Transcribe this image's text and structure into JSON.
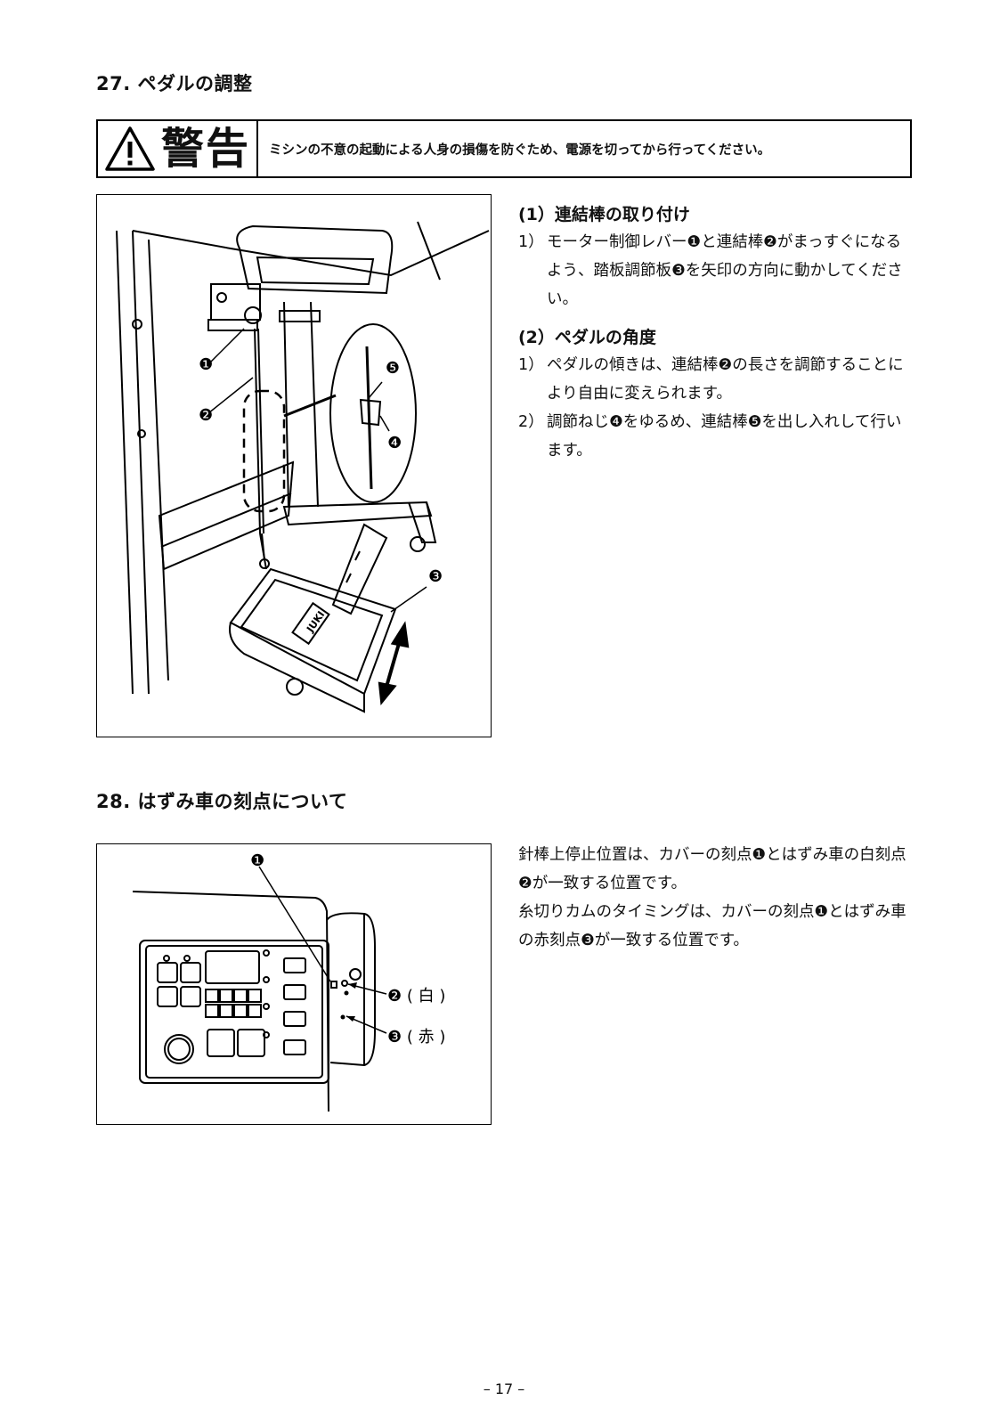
{
  "section27": {
    "title": "27. ペダルの調整",
    "warning": {
      "label": "警告",
      "text": "ミシンの不意の起動による人身の損傷を防ぐため、電源を切ってから行ってください。"
    },
    "sub1": {
      "heading": "(1）連結棒の取り付け",
      "items": [
        {
          "num": "1）",
          "text": "モーター制御レバー❶と連結棒❷がまっすぐになるよう、踏板調節板❸を矢印の方向に動かしてください。"
        }
      ]
    },
    "sub2": {
      "heading": "(2）ペダルの角度",
      "items": [
        {
          "num": "1）",
          "text": "ペダルの傾きは、連結棒❷の長さを調節することにより自由に変えられます。"
        },
        {
          "num": "2）",
          "text": "調節ねじ❹をゆるめ、連結棒❺を出し入れして行います。"
        }
      ]
    },
    "figure": {
      "callouts": [
        "❶",
        "❷",
        "❸",
        "❹",
        "❺"
      ],
      "pedal_brand": "JUKI"
    }
  },
  "section28": {
    "title": "28. はずみ車の刻点について",
    "paragraphs": [
      "針棒上停止位置は、カバーの刻点❶とはずみ車の白刻点❷が一致する位置です。",
      "糸切りカムのタイミングは、カバーの刻点❶とはずみ車の赤刻点❸が一致する位置です。"
    ],
    "figure": {
      "callout1": "❶",
      "label_white": "❷ ( 白 )",
      "label_red": "❸ ( 赤 )"
    }
  },
  "footer": {
    "page": "– 17 –"
  }
}
